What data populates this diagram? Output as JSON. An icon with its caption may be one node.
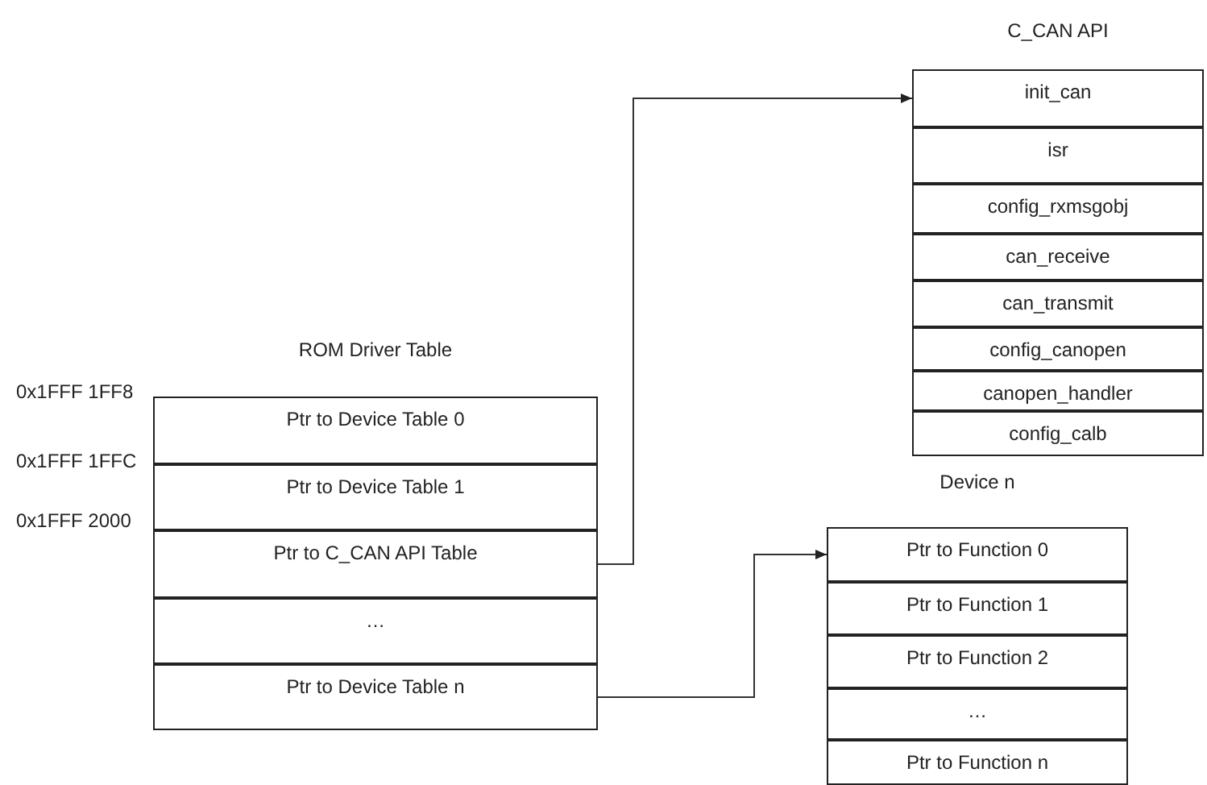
{
  "diagram": {
    "nodes": [
      {
        "text": [
          "ROM Driver Table"
        ]
      },
      {
        "text": [
          "Ptr to Device Table 0"
        ],
        "in": 0
      },
      {
        "text": [
          "Ptr to Device Table 1"
        ],
        "in": 0
      },
      {
        "text": [
          "Ptr to C_CAN API Table"
        ],
        "in": 0
      },
      {
        "text": [
          "…"
        ],
        "in": 0
      },
      {
        "text": [
          "Ptr to Device Table n"
        ],
        "in": 0
      },
      {
        "text": [
          "C_CAN API"
        ]
      },
      {
        "text": [
          "init_can"
        ],
        "in": 6
      },
      {
        "text": [
          "isr"
        ],
        "in": 6
      },
      {
        "text": [
          "config_rxmsgobj"
        ],
        "in": 6
      },
      {
        "text": [
          "can_receive"
        ],
        "in": 6
      },
      {
        "text": [
          "can_transmit"
        ],
        "in": 6
      },
      {
        "text": [
          "config_canopen"
        ],
        "in": 6
      },
      {
        "text": [
          "canopen_handler"
        ],
        "in": 6
      },
      {
        "text": [
          "config_calb"
        ],
        "in": 6
      },
      {
        "text": [
          "Device n"
        ]
      },
      {
        "text": [
          "Ptr to Function 0"
        ],
        "in": 15
      },
      {
        "text": [
          "Ptr to Function 1"
        ],
        "in": 15
      },
      {
        "text": [
          "Ptr to Function 2"
        ],
        "in": 15
      },
      {
        "text": [
          "…"
        ],
        "in": 15
      },
      {
        "text": [
          "Ptr to Function n"
        ],
        "in": 15
      }
    ],
    "edges": [
      {
        "from": 3,
        "to": 7,
        "arrow": "to"
      },
      {
        "from": 5,
        "to": 16,
        "arrow": "to"
      }
    ],
    "labels": [
      "0x1FFF 1FF8",
      "0x1FFF 1FFC",
      "0x1FFF 2000"
    ]
  }
}
